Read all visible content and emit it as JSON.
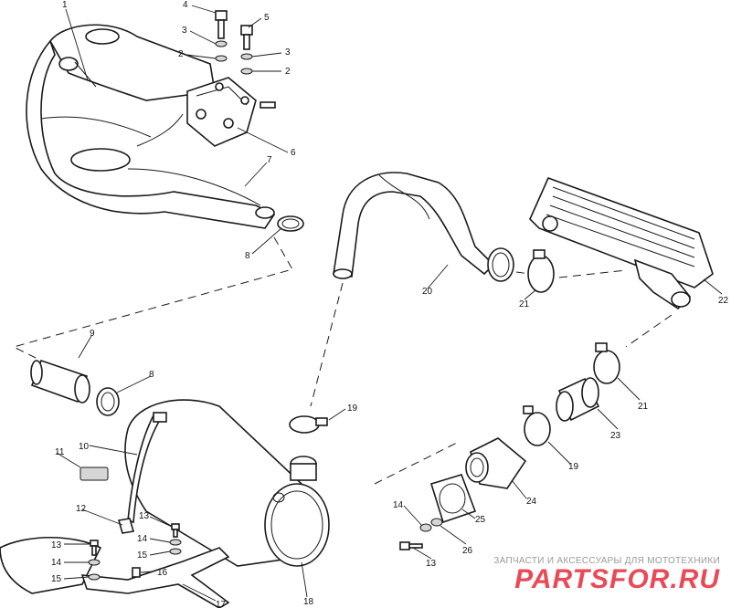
{
  "callouts": {
    "c1": "1",
    "c2a": "2",
    "c2b": "2",
    "c3a": "3",
    "c3b": "3",
    "c4": "4",
    "c5": "5",
    "c6": "6",
    "c7": "7",
    "c8a": "8",
    "c8b": "8",
    "c9": "9",
    "c10": "10",
    "c11": "11",
    "c12": "12",
    "c13a": "13",
    "c13b": "13",
    "c13c": "13",
    "c14a": "14",
    "c14b": "14",
    "c14c": "14",
    "c15a": "15",
    "c15b": "15",
    "c16": "16",
    "c17": "17",
    "c18": "18",
    "c19a": "19",
    "c19b": "19",
    "c20": "20",
    "c21a": "21",
    "c21b": "21",
    "c22": "22",
    "c23": "23",
    "c24": "24",
    "c25": "25",
    "c26": "26"
  },
  "watermark": {
    "tagline": "ЗАПЧАСТИ И АКСЕССУАРЫ ДЛЯ МОТОТЕХНИКИ",
    "logo": "PARTSFOR.RU"
  }
}
